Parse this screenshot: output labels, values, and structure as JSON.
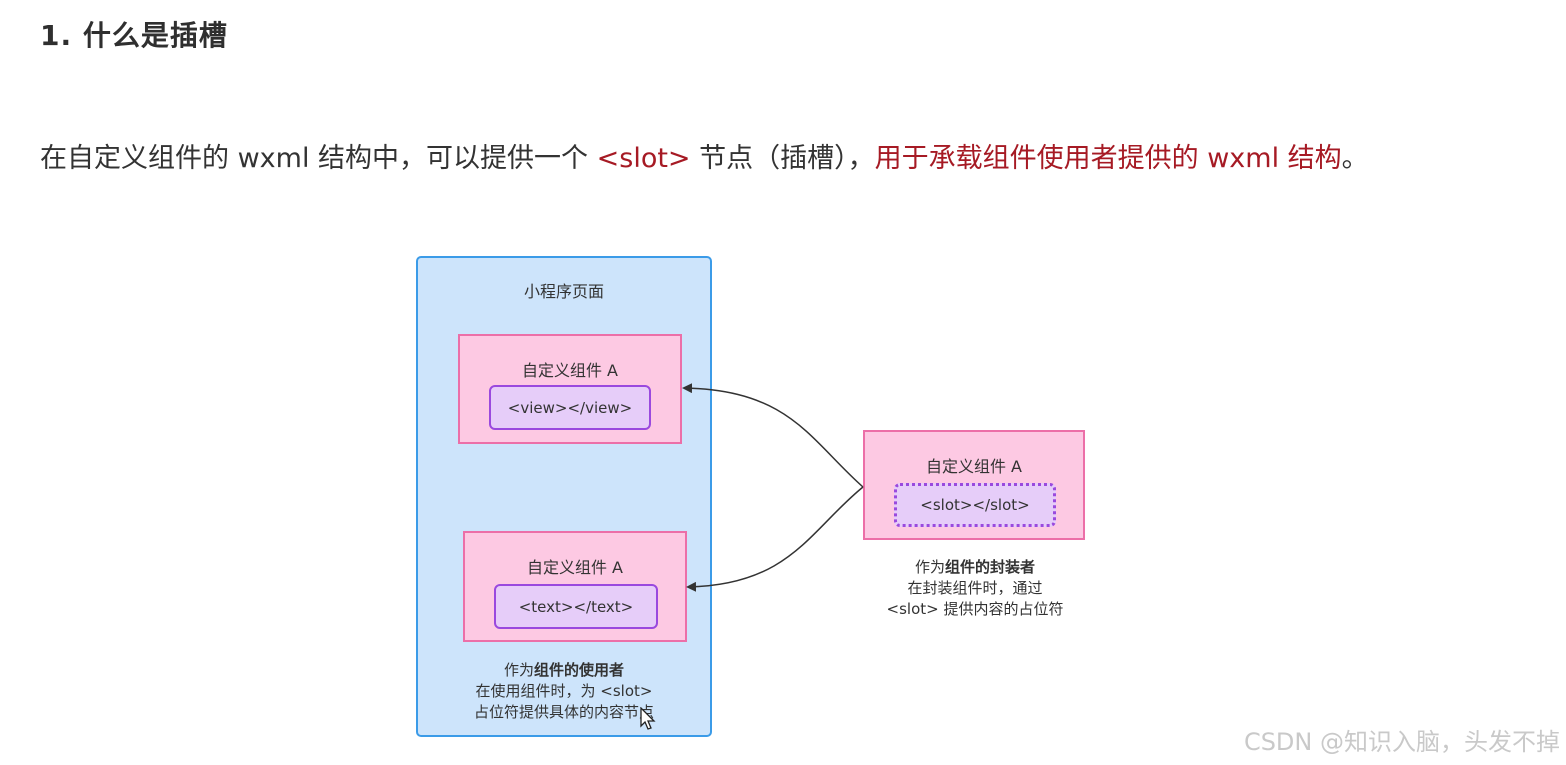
{
  "heading": "1. 什么是插槽",
  "intro": {
    "part1": "在自定义组件的 wxml 结构中，可以提供一个 ",
    "slot_tag": "<slot>",
    "part2": " 节点（插槽），",
    "highlight": "用于承载组件使用者提供的 wxml 结构",
    "part3": "。"
  },
  "diagram": {
    "page_title": "小程序页面",
    "consumer_component_top": {
      "title": "自定义组件 A",
      "content": "<view></view>"
    },
    "consumer_component_bottom": {
      "title": "自定义组件 A",
      "content": "<text></text>"
    },
    "consumer_caption": {
      "line1_prefix": "作为",
      "line1_bold": "组件的使用者",
      "line2": "在使用组件时，为 <slot>",
      "line3": "占位符提供具体的内容节点"
    },
    "provider_component": {
      "title": "自定义组件 A",
      "content": "<slot></slot>"
    },
    "provider_caption": {
      "line1_prefix": "作为",
      "line1_bold": "组件的封装者",
      "line2": "在封装组件时，通过",
      "line3": "<slot> 提供内容的占位符"
    }
  },
  "watermark": "CSDN @知识入脑，头发不掉",
  "colors": {
    "highlight_red": "#a61a24",
    "page_bg": "#cde4fb",
    "page_border": "#3b9be8",
    "component_bg": "#fdc9e3",
    "component_border": "#ec6fa8",
    "slot_bg": "#e6cdf9",
    "slot_border": "#9a49de"
  },
  "icons": [
    "arrow-icon",
    "mouse-cursor-icon"
  ]
}
